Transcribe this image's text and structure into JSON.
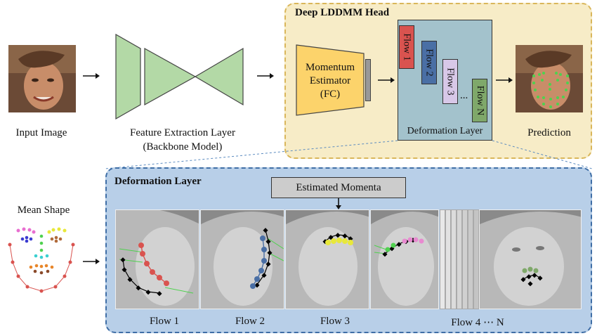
{
  "labels": {
    "input_image": "Input Image",
    "feature_extraction": "Feature Extraction Layer",
    "backbone": "(Backbone Model)",
    "head_title": "Deep LDDMM Head",
    "momentum_line1": "Momentum",
    "momentum_line2": "Estimator",
    "momentum_line3": "(FC)",
    "flow1": "Flow 1",
    "flow2": "Flow 2",
    "flow3": "Flow 3",
    "flow_n": "Flow N",
    "ellipsis": "...",
    "deformation_layer_inner": "Deformation Layer",
    "prediction": "Prediction",
    "mean_shape": "Mean Shape",
    "deformation_layer_title": "Deformation Layer",
    "estimated_momenta": "Estimated Momenta",
    "caption_flow1": "Flow 1",
    "caption_flow2": "Flow 2",
    "caption_flow3": "Flow 3",
    "caption_flow4n": "Flow 4 ⋯ N"
  },
  "colors": {
    "head_panel_bg": "#f7ecc7",
    "head_panel_border": "#d9b65a",
    "deformation_panel_bg": "#b8cfe8",
    "deformation_panel_border": "#3f6ea6",
    "backbone_green": "#b3d9a6",
    "momentum_yellow": "#fcd36b",
    "flow1_red": "#d9534f",
    "flow2_blue": "#4a6fa5",
    "flow3_purple": "#d8c8e8",
    "flowN_green": "#7fa86a",
    "landmark_green": "#4fd14f"
  }
}
